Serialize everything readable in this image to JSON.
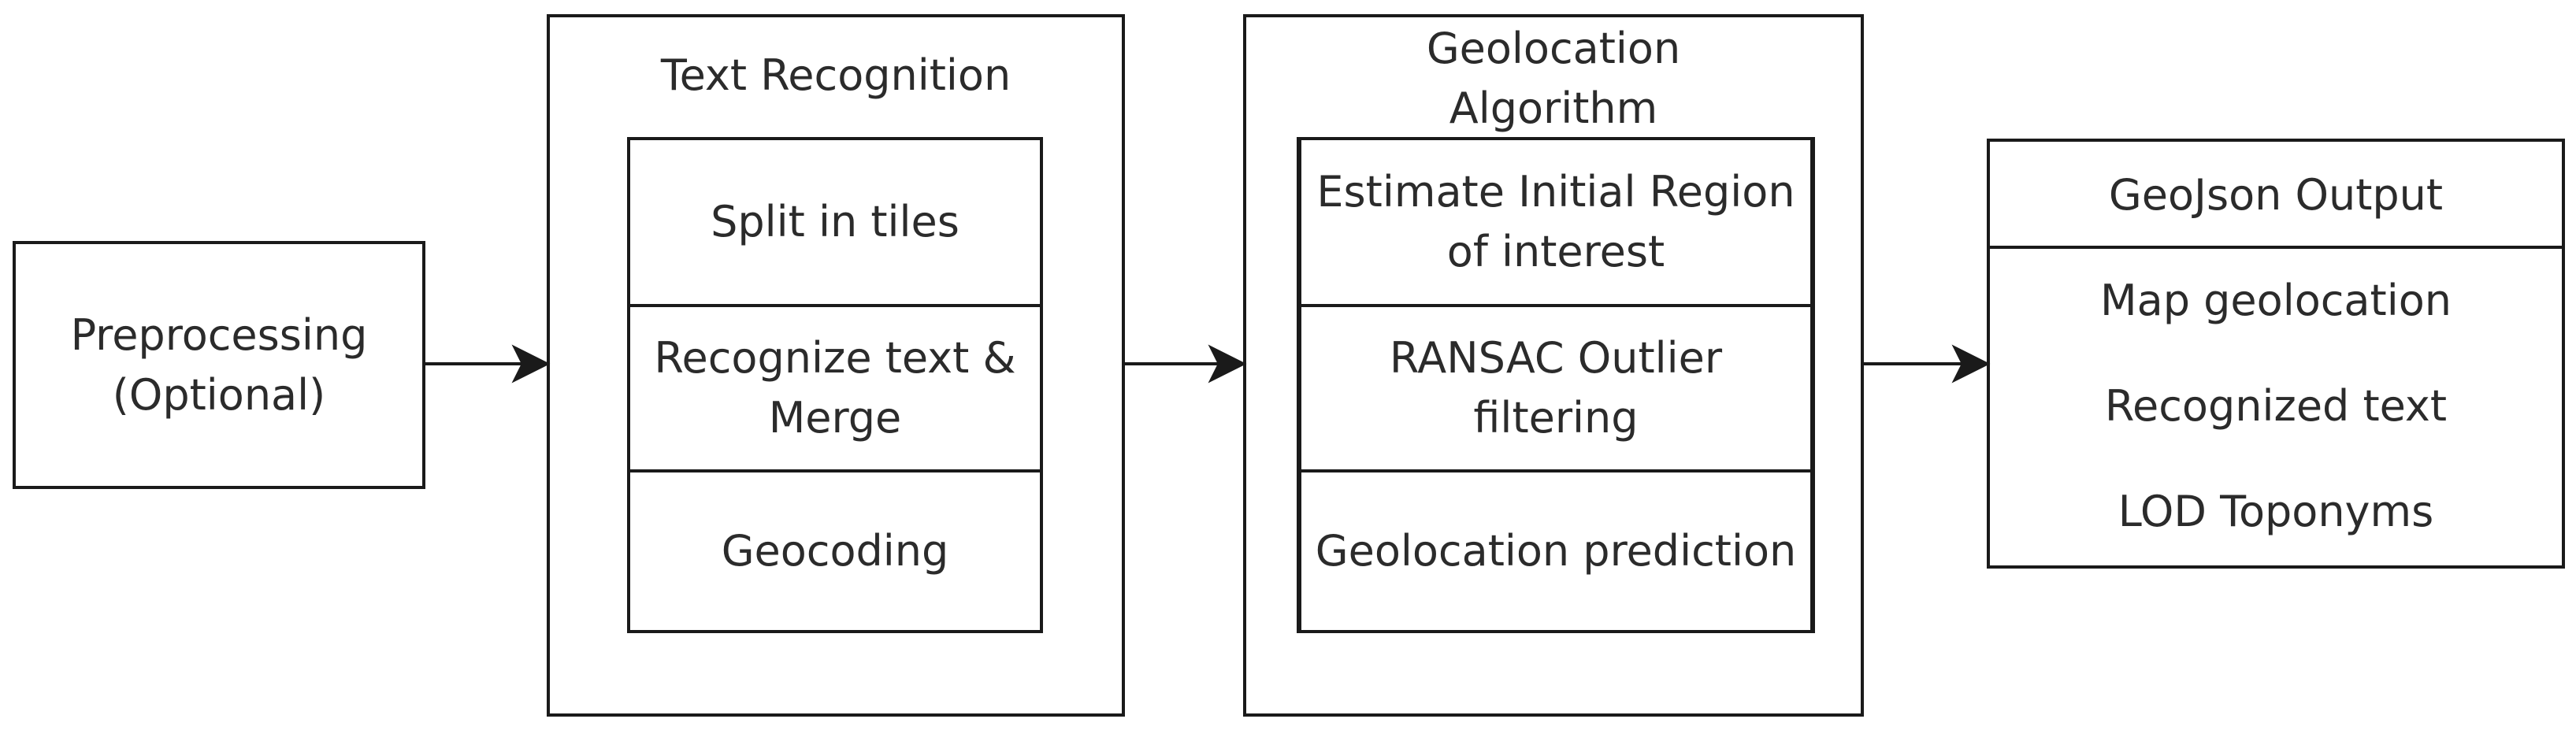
{
  "preprocessing": {
    "label": "Preprocessing\n(Optional)"
  },
  "text_recognition": {
    "title": "Text Recognition",
    "steps": [
      "Split in tiles",
      "Recognize text &\nMerge",
      "Geocoding"
    ]
  },
  "geolocation": {
    "title": "Geolocation\nAlgorithm",
    "steps": [
      "Estimate Initial Region\nof interest",
      "RANSAC Outlier\nfiltering",
      "Geolocation prediction"
    ]
  },
  "output": {
    "title": "GeoJson Output",
    "items": [
      "Map geolocation",
      "Recognized text",
      "LOD Toponyms"
    ]
  }
}
